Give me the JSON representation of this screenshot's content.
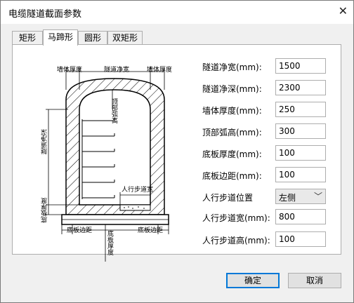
{
  "window": {
    "title": "电缆隧道截面参数",
    "close_glyph": "✕"
  },
  "tabs": [
    {
      "label": "矩形"
    },
    {
      "label": "马蹄形"
    },
    {
      "label": "圆形"
    },
    {
      "label": "双矩形"
    }
  ],
  "diagram": {
    "top_left_label": "墙体厚度",
    "top_mid_label": "隧道净宽",
    "top_right_label": "墙体厚度",
    "arch_label": "顶部弧高",
    "height_label": "隧道净深",
    "floor_label": "底板厚度",
    "walkway_label": "人行步道宽",
    "edge_left_label": "底板边距",
    "edge_right_label": "底板边距",
    "base_label": "底板厚度"
  },
  "form": {
    "fields": [
      {
        "label": "隧道净宽(mm):",
        "value": "1500"
      },
      {
        "label": "隧道净深(mm):",
        "value": "2300"
      },
      {
        "label": "墙体厚度(mm):",
        "value": "250"
      },
      {
        "label": "顶部弧高(mm):",
        "value": "300"
      },
      {
        "label": "底板厚度(mm):",
        "value": "100"
      },
      {
        "label": "底板边距(mm):",
        "value": "100"
      }
    ],
    "walkway_position": {
      "label": "人行步道位置",
      "value": "左侧",
      "chevron": "﹀"
    },
    "walkway_width": {
      "label": "人行步道宽(mm):",
      "value": "800"
    },
    "walkway_height": {
      "label": "人行步道高(mm):",
      "value": "100"
    }
  },
  "buttons": {
    "ok": "确定",
    "cancel": "取消"
  }
}
